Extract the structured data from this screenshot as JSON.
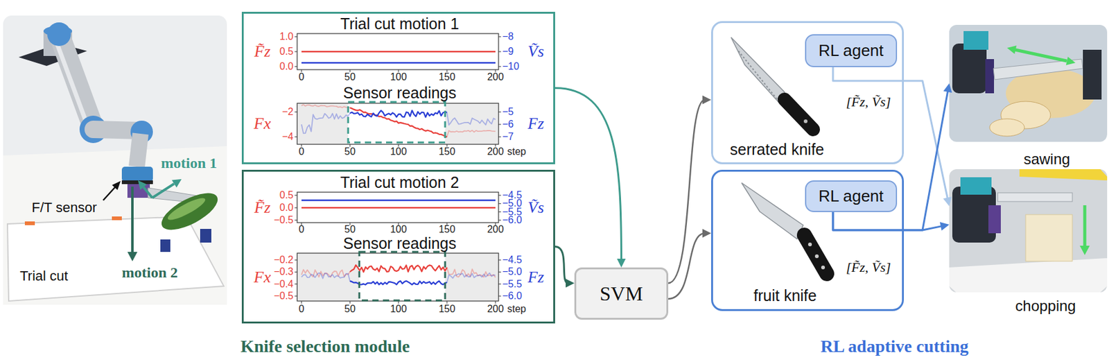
{
  "diagram": {
    "nodes": [
      {
        "text": [
          "Trial cut motion 1",
          "Sensor readings"
        ]
      },
      {
        "text": [
          "Trial cut motion 2",
          "Sensor readings"
        ]
      },
      {
        "text": [
          "SVM"
        ]
      },
      {
        "text": [
          "serrated knife"
        ]
      },
      {
        "text": [
          "RL agent"
        ],
        "in": 3
      },
      {
        "text": [
          "fruit knife"
        ]
      },
      {
        "text": [
          "RL agent"
        ],
        "in": 5
      },
      {
        "text": [
          "sawing"
        ]
      },
      {
        "text": [
          "chopping"
        ]
      }
    ],
    "edges": [
      {
        "from": 0,
        "to": 2,
        "arrow": "to"
      },
      {
        "from": 1,
        "to": 2,
        "arrow": "to"
      },
      {
        "from": 2,
        "to": 3,
        "arrow": "to"
      },
      {
        "from": 2,
        "to": 5,
        "arrow": "to"
      },
      {
        "from": 4,
        "to": 8,
        "arrow": "to"
      },
      {
        "from": 6,
        "to": 7,
        "arrow": "to"
      },
      {
        "from": 6,
        "to": 8,
        "arrow": "to"
      }
    ],
    "labels": [
      "motion 1",
      "F/T sensor",
      "Trial cut",
      "motion 2",
      "F̃z",
      "Ṽs",
      "1.0",
      "0.5",
      "0.0",
      "−8",
      "−9",
      "−10",
      "0",
      "50",
      "100",
      "150",
      "200",
      "Fx",
      "Fz",
      "−2",
      "−4",
      "−5",
      "−6",
      "−7",
      "0",
      "50",
      "100",
      "150",
      "200",
      "step",
      "F̃z",
      "Ṽs",
      "0.5",
      "0.0",
      "−0.5",
      "−4.5",
      "−5.0",
      "−5.5",
      "−6.0",
      "0",
      "50",
      "100",
      "150",
      "200",
      "Fx",
      "Fz",
      "−0.2",
      "−0.3",
      "−0.4",
      "−0.5",
      "−4.5",
      "−5.0",
      "−5.5",
      "−6.0",
      "0",
      "50",
      "100",
      "150",
      "200",
      "step",
      "Knife selection module",
      "[F̃z, Ṽs]",
      "[F̃z, Ṽs]",
      "RL adaptive cutting"
    ]
  }
}
